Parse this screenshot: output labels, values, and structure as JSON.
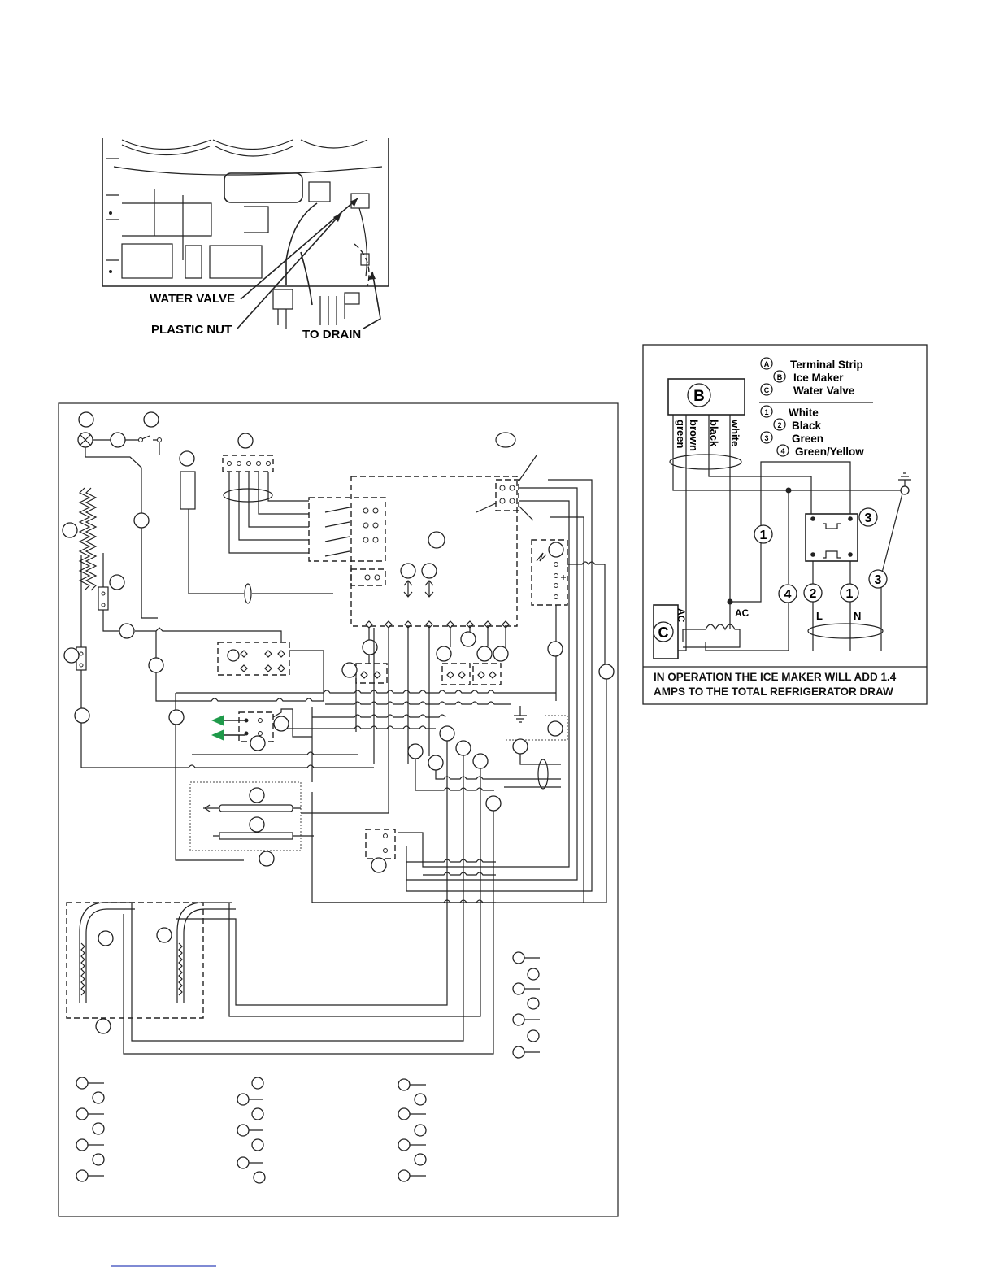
{
  "photo": {
    "callouts": [
      "WATER VALVE",
      "PLASTIC NUT",
      "TO DRAIN"
    ]
  },
  "legend": {
    "items": [
      {
        "key": "A",
        "label": "Terminal Strip"
      },
      {
        "key": "B",
        "label": "Ice Maker"
      },
      {
        "key": "C",
        "label": "Water Valve"
      }
    ],
    "wires": [
      {
        "key": "1",
        "label": "White"
      },
      {
        "key": "2",
        "label": "Black"
      },
      {
        "key": "3",
        "label": "Green"
      },
      {
        "key": "4",
        "label": "Green/Yellow"
      }
    ]
  },
  "ice_maker_wiring": {
    "box_label": "B",
    "wire_labels": [
      "green",
      "brown",
      "black",
      "white"
    ],
    "valve_label": "C",
    "ac_labels": [
      "AC",
      "AC"
    ],
    "callout_numbers": [
      "1",
      "3",
      "4",
      "2",
      "1",
      "3"
    ],
    "line_labels": [
      "L",
      "N"
    ]
  },
  "note": "IN OPERATION THE ICE MAKER WILL ADD 1.4 AMPS TO THE TOTAL REFRIGERATOR DRAW",
  "colors": {
    "arrow_green": "#1f9a4a",
    "link_blue": "#3344bb"
  }
}
